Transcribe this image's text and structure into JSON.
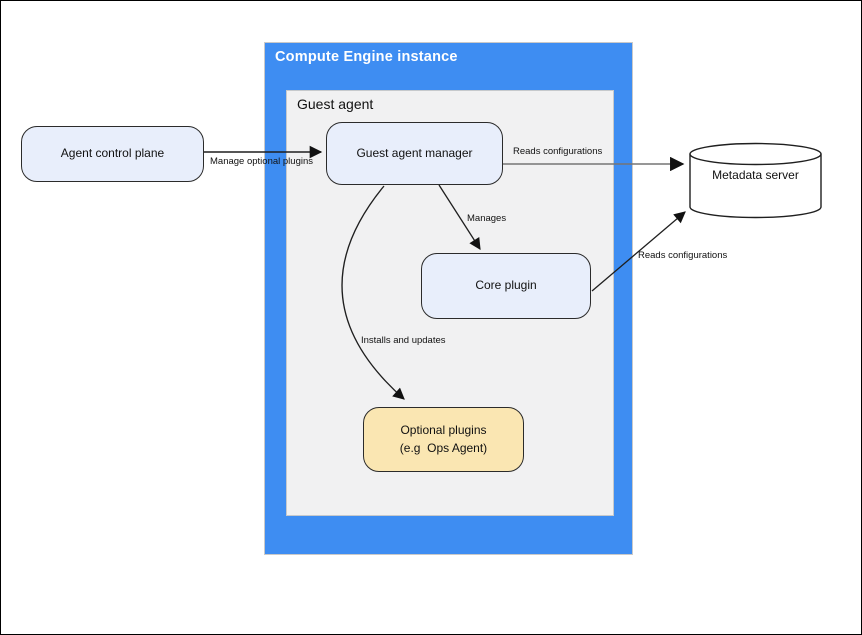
{
  "diagram": {
    "containers": {
      "compute_engine": {
        "label": "Compute Engine instance"
      },
      "guest_agent": {
        "label": "Guest agent"
      }
    },
    "nodes": {
      "agent_control_plane": {
        "label": "Agent control plane"
      },
      "guest_agent_manager": {
        "label": "Guest agent manager"
      },
      "core_plugin": {
        "label": "Core plugin"
      },
      "optional_plugins": {
        "line1": "Optional plugins",
        "line2": "(e.g  Ops Agent)"
      },
      "metadata_server": {
        "label": "Metadata server",
        "shape": "cylinder"
      }
    },
    "edges": {
      "manage_optional_plugins": {
        "label": "Manage optional plugins",
        "from": "agent_control_plane",
        "to": "guest_agent_manager"
      },
      "reads_configurations_from_manager": {
        "label": "Reads configurations",
        "from": "guest_agent_manager",
        "to": "metadata_server"
      },
      "manages": {
        "label": "Manages",
        "from": "guest_agent_manager",
        "to": "core_plugin"
      },
      "reads_configurations_from_core": {
        "label": "Reads configurations",
        "from": "core_plugin",
        "to": "metadata_server"
      },
      "installs_and_updates": {
        "label": "Installs and updates",
        "from": "guest_agent_manager",
        "to": "optional_plugins"
      }
    },
    "colors": {
      "container_blue": "#3E8DF2",
      "container_gray": "#F1F1F2",
      "node_fill_blue": "#E8EEFB",
      "node_fill_yellow": "#FAE6B2",
      "cylinder_fill": "#FFFFFF",
      "edge_stroke": "#1F1F1F",
      "edge_stroke_light": "#757575",
      "title_text": "#FFFFFF"
    }
  }
}
